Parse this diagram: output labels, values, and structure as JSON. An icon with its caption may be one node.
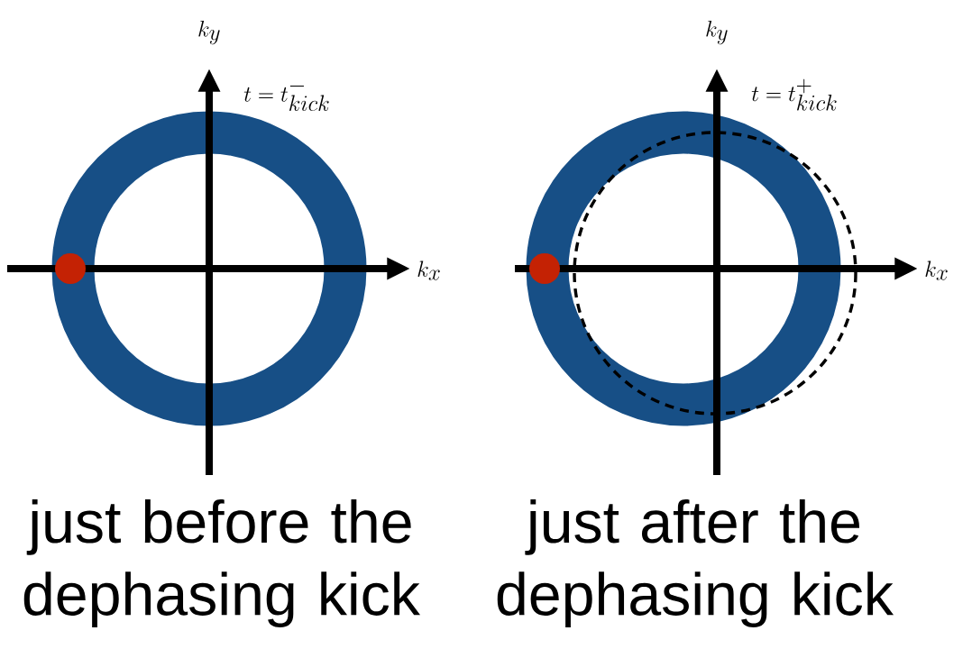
{
  "diagram": {
    "labels": [
      "k_y",
      "t = t^{-}_{kick}",
      "k_x",
      "just before the dephasing kick",
      "k_y",
      "t = t^{+}_{kick}",
      "k_x",
      "just after the dephasing kick"
    ]
  }
}
